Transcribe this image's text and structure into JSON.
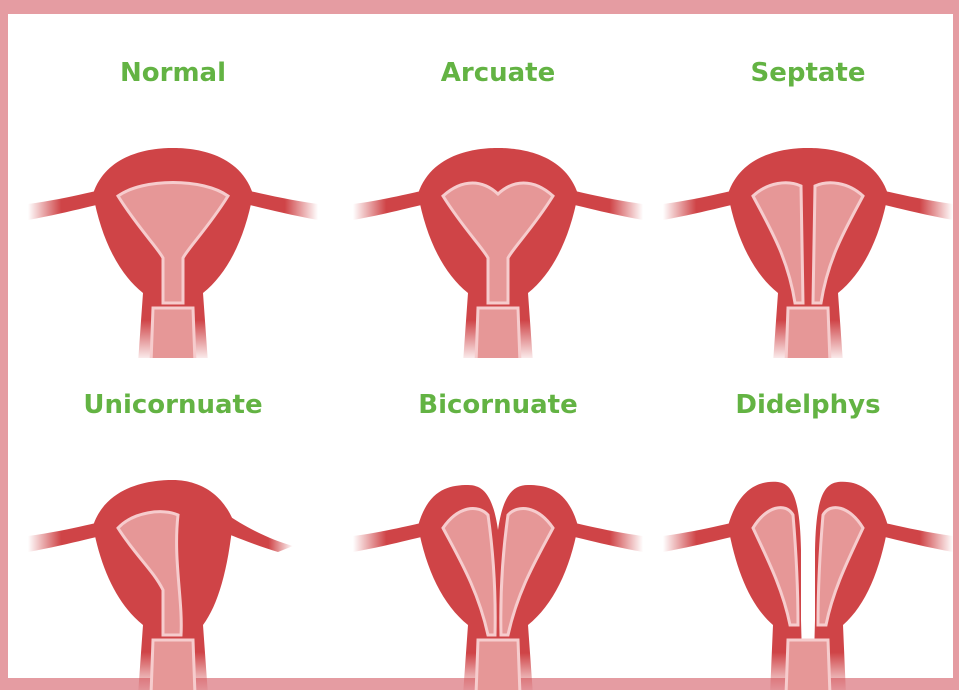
{
  "colors": {
    "frame": "#e59ca2",
    "title": "#63b343",
    "muscle": "#cf4447",
    "cavity": "#e69797",
    "lining": "#f6cccd"
  },
  "items": [
    {
      "label": "Normal"
    },
    {
      "label": "Arcuate"
    },
    {
      "label": "Septate"
    },
    {
      "label": "Unicornuate"
    },
    {
      "label": "Bicornuate"
    },
    {
      "label": "Didelphys"
    }
  ]
}
